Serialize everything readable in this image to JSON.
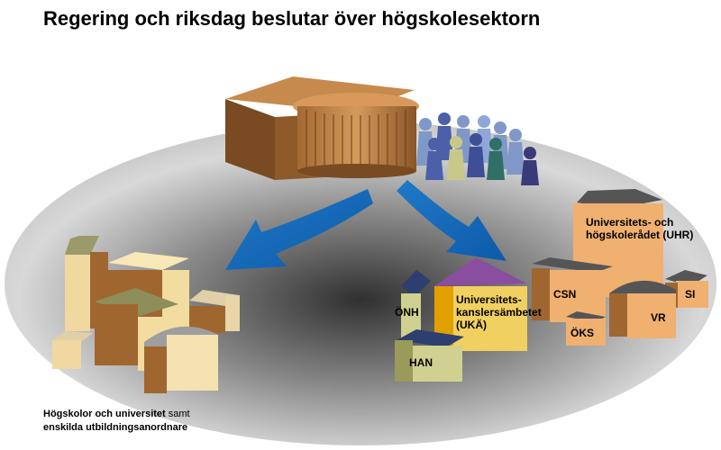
{
  "title": "Regering och riksdag beslutar över högskolesektorn",
  "labels": {
    "uhr_line1": "Universitets- och",
    "uhr_line2": "högskolerådet (UHR)",
    "uka_line1": "Universitets-",
    "uka_line2": "kanslersämbetet",
    "uka_line3": "(UKÄ)",
    "onh": "ÖNH",
    "han": "HAN",
    "csn": "CSN",
    "oks": "ÖKS",
    "vr": "VR",
    "si": "SI"
  },
  "bottom": {
    "line1_bold": "Högskolor och universitet",
    "line1_rest": " samt",
    "line2": "enskilda utbildningsanordnare"
  },
  "colors": {
    "arrow": "#1a6fc0",
    "parliament": "#8a5a2b",
    "sand": "#f2dca0",
    "brick": "#a86a34",
    "purple_roof": "#8a4ea0"
  },
  "icons": {
    "parliament": "parliament-building-icon",
    "people": "people-group-icon",
    "universities": "university-buildings-icon",
    "agencies": "agency-buildings-icon"
  }
}
